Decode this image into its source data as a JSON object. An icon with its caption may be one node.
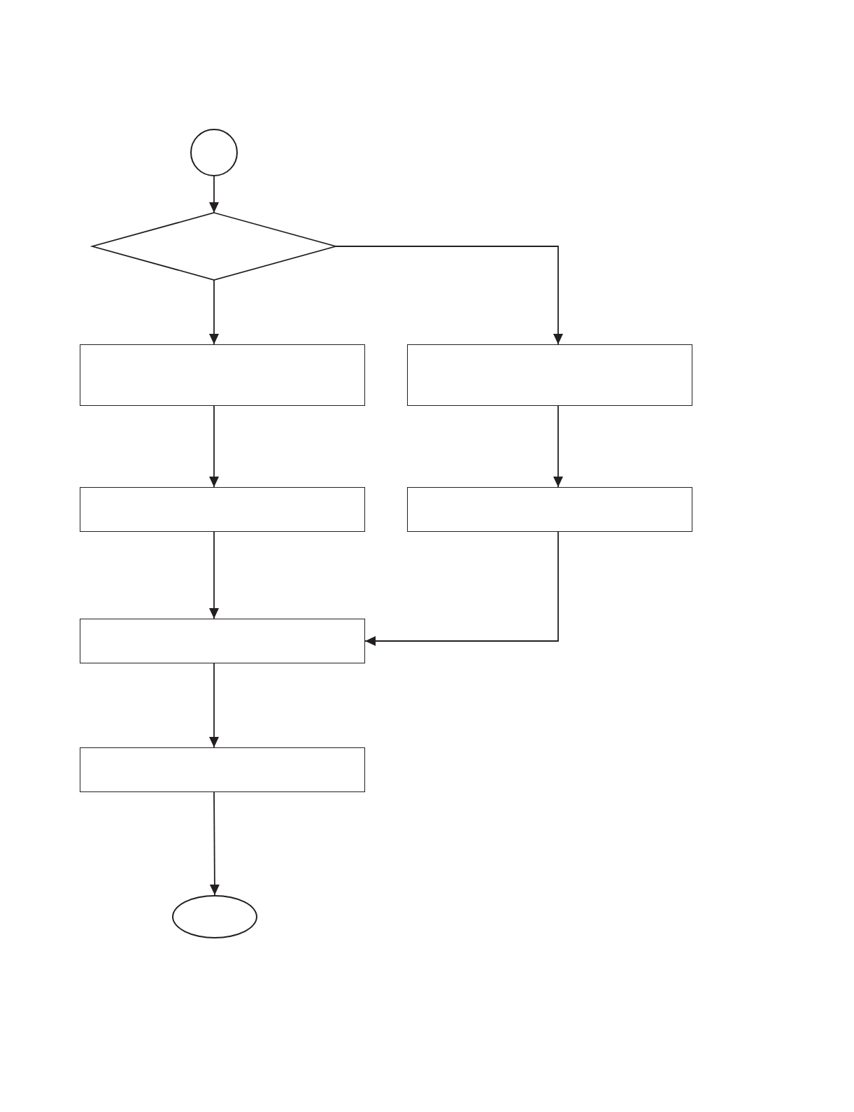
{
  "diagram": {
    "nodes": [
      {
        "text": [],
        "shape": "circle"
      },
      {
        "text": [],
        "shape": "diamond"
      },
      {
        "text": [],
        "shape": "box"
      },
      {
        "text": [],
        "shape": "box"
      },
      {
        "text": [],
        "shape": "box"
      },
      {
        "text": [],
        "shape": "box"
      },
      {
        "text": [],
        "shape": "box"
      },
      {
        "text": [],
        "shape": "box"
      },
      {
        "text": [],
        "shape": "ellipse"
      }
    ],
    "edges": [
      {
        "from": 0,
        "to": 1,
        "arrow": "to"
      },
      {
        "from": 1,
        "to": 2,
        "arrow": "to"
      },
      {
        "from": 1,
        "to": 3,
        "arrow": "to"
      },
      {
        "from": 2,
        "to": 4,
        "arrow": "to"
      },
      {
        "from": 3,
        "to": 5,
        "arrow": "to"
      },
      {
        "from": 4,
        "to": 6,
        "arrow": "to"
      },
      {
        "from": 5,
        "to": 6,
        "arrow": "to"
      },
      {
        "from": 6,
        "to": 7,
        "arrow": "to"
      },
      {
        "from": 7,
        "to": 8,
        "arrow": "to"
      }
    ]
  }
}
